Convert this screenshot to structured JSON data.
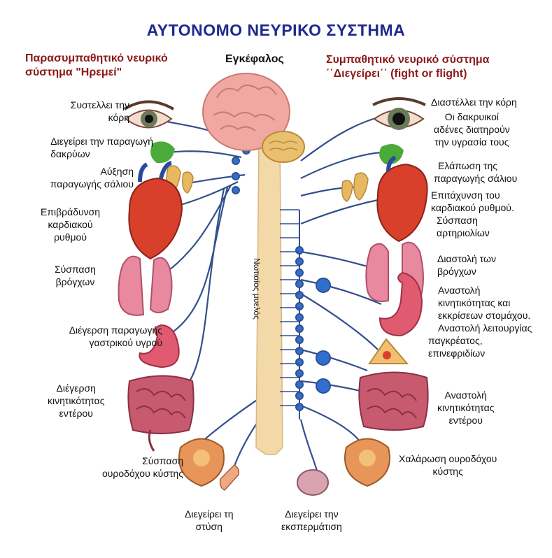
{
  "title": "ΑΥΤΟΝΟΜΟ ΝΕΥΡΙΚΟ ΣΥΣΤΗΜΑ",
  "brain_label": "Εγκέφαλος",
  "spinal_cord_label": "Νωτιαίος μυελός",
  "parasympathetic": {
    "heading_line1": "Παρασυμπαθητικό νευρικό",
    "heading_line2": "σύστημα \"Ηρεμεί\"",
    "labels": [
      [
        "Συστελλει την",
        "κόρη"
      ],
      [
        "Διεγείρει την παραγωγή",
        "δακρύων"
      ],
      [
        "Αύξηση",
        "παραγωγής σάλιου"
      ],
      [
        "Επιβράδυνση",
        "καρδιακού",
        "ρυθμού"
      ],
      [
        "Σύσπαση",
        "βρόγχων"
      ],
      [
        "Διέγερση παραγωγής",
        "γαστρικού υγρού"
      ],
      [
        "Διέγερση",
        "κινητικότητας",
        "εντέρου"
      ],
      [
        "Σύσπαση",
        "ουροδόχου κύστης"
      ]
    ]
  },
  "sympathetic": {
    "heading_line1": "Συμπαθητικό νευρικό σύστημα",
    "heading_line2": "΄΄Διεγείρει΄΄ (fight or flight)",
    "labels": [
      [
        "Διαστέλλει την  κόρη"
      ],
      [
        "Οι δακρυικοί",
        "αδένες  διατηρούν",
        "την υγρασία τους"
      ],
      [
        "Ελάπωση της",
        "παραγωγής σάλιου"
      ],
      [
        "Επιτάχυνση του",
        "καρδιακού ρυθμού.",
        "Σύσπαση",
        "αρτηριολίων"
      ],
      [
        "Διαστολή των",
        "βρόγχων"
      ],
      [
        "Αναστολή",
        "κινητικότητας και",
        "εκκρίσεων στομάχου.",
        "Αναστολή λειτουργίας",
        "παγκρέατος,",
        "επινεφριδίων"
      ],
      [
        "Αναστολή",
        "κινητικότητας",
        "εντέρου"
      ],
      [
        "Χαλάρωση ουροδόχου",
        "κύστης"
      ]
    ]
  },
  "bottom": {
    "erection": [
      "Διεγείρει τη",
      "στύση"
    ],
    "ejaculation": [
      "Διεγείρει την",
      "εκσπερμάτιση"
    ]
  },
  "colors": {
    "title": "#1e2a8c",
    "heading": "#8b1a1a",
    "nerve": "#33508f",
    "ganglion": "#2f6fd0",
    "cord": "#f3d9a8",
    "brain": "#f0a8a0",
    "heart": "#d8402c",
    "lung": "#e889a0",
    "intestine": "#c85a70",
    "gland": "#e8b860"
  }
}
